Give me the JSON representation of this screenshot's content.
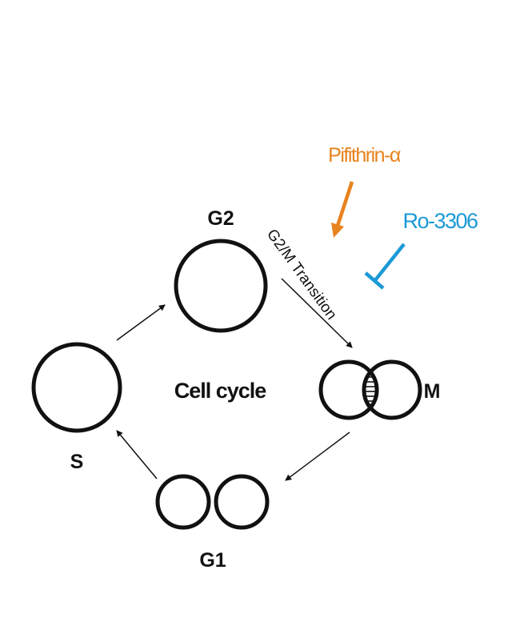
{
  "phases": {
    "g2": "G2",
    "m": "M",
    "g1": "G1",
    "s": "S"
  },
  "center_label": "Cell cycle",
  "transition_label": "G2/M Transition",
  "compounds": {
    "activator": {
      "name": "Pifithrin-α",
      "color": "#e8831e"
    },
    "inhibitor": {
      "name": "Ro-3306",
      "color": "#1b9ad6"
    }
  }
}
